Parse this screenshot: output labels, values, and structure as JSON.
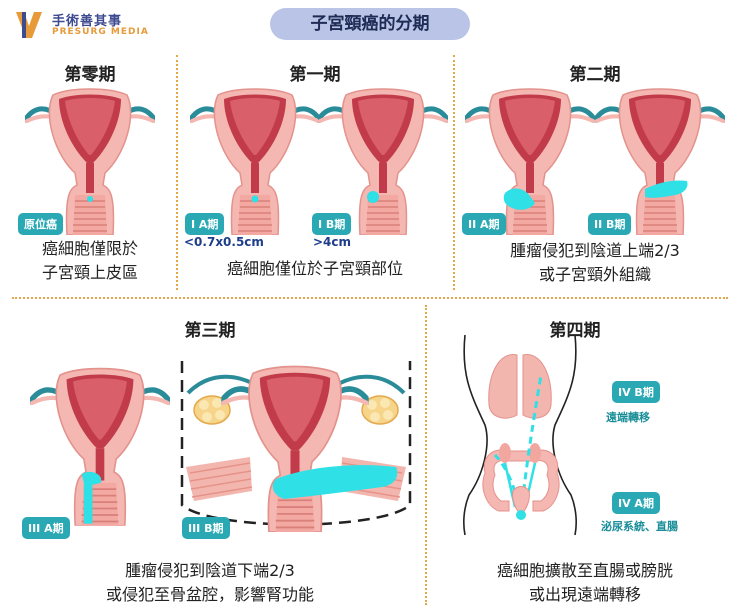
{
  "brand": {
    "name_cn": "手術善其事",
    "name_en": "PRESURG MEDIA"
  },
  "title": "子宮頸癌的分期",
  "colors": {
    "accent_teal": "#2aa9b4",
    "tumor_cyan": "#2fe0e6",
    "uterus_pink": "#f5b7b1",
    "uterus_inner": "#c23b4a",
    "title_pill": "#b9c4e6",
    "divider_orange": "#e6a64a",
    "label_blue": "#1e3d8a"
  },
  "stages": {
    "stage0": {
      "title": "第零期",
      "badge": "原位癌",
      "desc": [
        "癌細胞僅限於",
        "子宮頸上皮區"
      ]
    },
    "stage1": {
      "title": "第一期",
      "sub_a": {
        "badge": "I A期",
        "size": "<0.7x0.5cm"
      },
      "sub_b": {
        "badge": "I B期",
        "size": ">4cm"
      },
      "desc": [
        "癌細胞僅位於子宮頸部位"
      ]
    },
    "stage2": {
      "title": "第二期",
      "sub_a": {
        "badge": "II A期"
      },
      "sub_b": {
        "badge": "II B期"
      },
      "desc": [
        "腫瘤侵犯到陰道上端2/3",
        "或子宮頸外組織"
      ]
    },
    "stage3": {
      "title": "第三期",
      "sub_a": {
        "badge": "III A期"
      },
      "sub_b": {
        "badge": "III B期"
      },
      "desc": [
        "腫瘤侵犯到陰道下端2/3",
        "或侵犯至骨盆腔，影響腎功能"
      ]
    },
    "stage4": {
      "title": "第四期",
      "sub_b": {
        "badge": "IV B期",
        "meta": "遠端轉移"
      },
      "sub_a": {
        "badge": "IV A期",
        "meta": "泌尿系統、直腸"
      },
      "desc": [
        "癌細胞擴散至直腸或膀胱",
        "或出現遠端轉移"
      ]
    }
  }
}
